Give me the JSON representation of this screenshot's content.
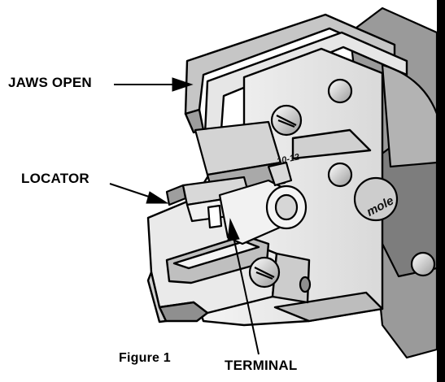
{
  "figure": {
    "caption": "Figure 1",
    "callouts": {
      "jaws_open": "JAWS OPEN",
      "locator": "LOCATOR",
      "terminal": "TERMINAL"
    },
    "tool_markings": {
      "wire_size": "10-12",
      "brand": "mole"
    }
  },
  "colors": {
    "line": "#000000",
    "frame_light": "#eeeeee",
    "frame_mid": "#c4c4c4",
    "frame_dark": "#8f8f8f",
    "handle": "#9a9a9a",
    "terminal": "#f2f2f2"
  }
}
